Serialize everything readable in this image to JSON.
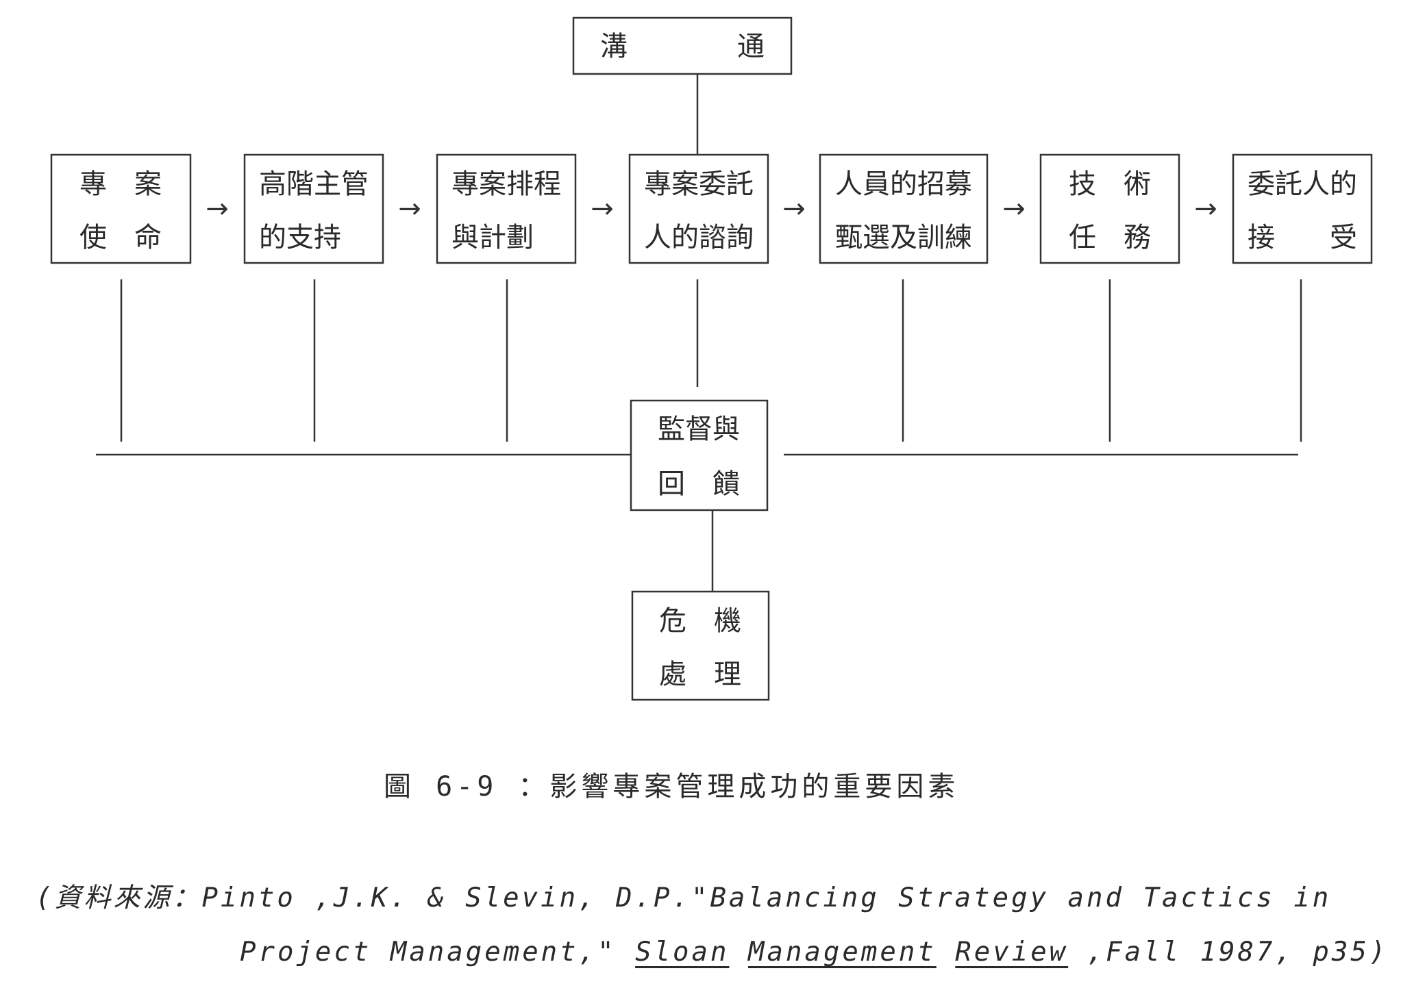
{
  "diagram": {
    "top_node": {
      "line1": "溝　　　　通"
    },
    "chain": [
      {
        "line1": "專　案",
        "line2": "使　命"
      },
      {
        "line1": "高階主管",
        "line2": "的支持"
      },
      {
        "line1": "專案排程",
        "line2": "與計劃"
      },
      {
        "line1": "專案委託",
        "line2": "人的諮詢"
      },
      {
        "line1": "人員的招募",
        "line2": "甄選及訓練"
      },
      {
        "line1": "技　術",
        "line2": "任　務"
      },
      {
        "line1": "委託人的",
        "line2": "接　　受"
      }
    ],
    "arrow_glyph": "→",
    "hub_node": {
      "line1": "監督與",
      "line2": "回　饋"
    },
    "bottom_node": {
      "line1": "危　機",
      "line2": "處　理"
    }
  },
  "caption": "圖 6-9 ：影響專案管理成功的重要因素",
  "source": {
    "prefix": "(資料來源：Pinto ,J.K. & Slevin, D.P.\"Balancing Strategy and Tactics in",
    "line2_start": "Project Management,\" ",
    "journal_1": "Sloan",
    "journal_2": "Management",
    "journal_3": "Review",
    "line2_end": " ,Fall 1987, p35)"
  }
}
